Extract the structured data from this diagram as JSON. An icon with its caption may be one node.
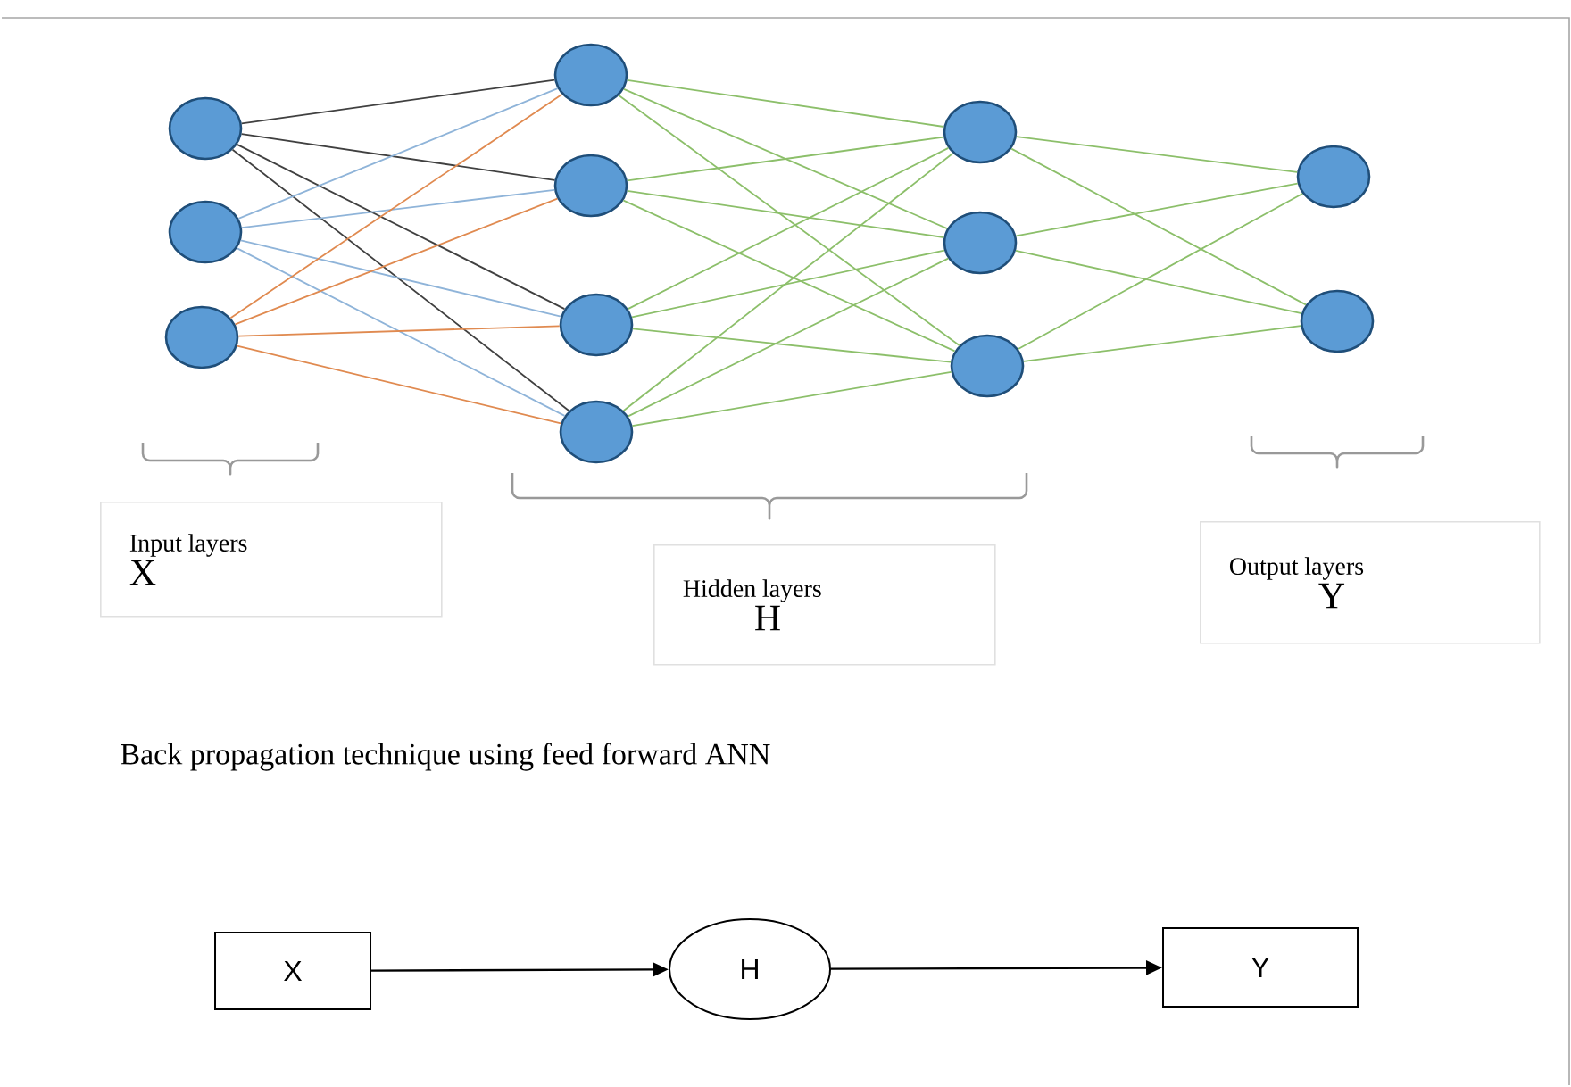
{
  "diagram": {
    "nodes": [
      {
        "text": [],
        "shape": "circle"
      },
      {
        "text": [],
        "shape": "circle"
      },
      {
        "text": [],
        "shape": "circle"
      },
      {
        "text": [],
        "shape": "circle"
      },
      {
        "text": [],
        "shape": "circle"
      },
      {
        "text": [],
        "shape": "circle"
      },
      {
        "text": [],
        "shape": "circle"
      },
      {
        "text": [],
        "shape": "circle"
      },
      {
        "text": [],
        "shape": "circle"
      },
      {
        "text": [],
        "shape": "circle"
      },
      {
        "text": [],
        "shape": "circle"
      },
      {
        "text": [],
        "shape": "circle"
      },
      {
        "text": [
          "Input layers",
          "X"
        ]
      },
      {
        "text": [
          "Hidden layers",
          "H"
        ]
      },
      {
        "text": [
          "Output layers",
          "Y"
        ]
      },
      {
        "text": [
          "X"
        ]
      },
      {
        "text": [
          "H"
        ]
      },
      {
        "text": [
          "Y"
        ]
      }
    ],
    "edges": [
      {
        "from": 0,
        "to": 3,
        "arrow": "none",
        "color": "#404040"
      },
      {
        "from": 0,
        "to": 4,
        "arrow": "none",
        "color": "#404040"
      },
      {
        "from": 0,
        "to": 5,
        "arrow": "none",
        "color": "#404040"
      },
      {
        "from": 0,
        "to": 6,
        "arrow": "none",
        "color": "#404040"
      },
      {
        "from": 1,
        "to": 3,
        "arrow": "none",
        "color": "#8fb4d9"
      },
      {
        "from": 1,
        "to": 4,
        "arrow": "none",
        "color": "#8fb4d9"
      },
      {
        "from": 1,
        "to": 5,
        "arrow": "none",
        "color": "#8fb4d9"
      },
      {
        "from": 1,
        "to": 6,
        "arrow": "none",
        "color": "#8fb4d9"
      },
      {
        "from": 2,
        "to": 3,
        "arrow": "none",
        "color": "#e08a50"
      },
      {
        "from": 2,
        "to": 4,
        "arrow": "none",
        "color": "#e08a50"
      },
      {
        "from": 2,
        "to": 5,
        "arrow": "none",
        "color": "#e08a50"
      },
      {
        "from": 2,
        "to": 6,
        "arrow": "none",
        "color": "#e08a50"
      },
      {
        "from": 3,
        "to": 7,
        "arrow": "none"
      },
      {
        "from": 3,
        "to": 8,
        "arrow": "none"
      },
      {
        "from": 3,
        "to": 9,
        "arrow": "none"
      },
      {
        "from": 4,
        "to": 7,
        "arrow": "none"
      },
      {
        "from": 4,
        "to": 8,
        "arrow": "none"
      },
      {
        "from": 4,
        "to": 9,
        "arrow": "none"
      },
      {
        "from": 5,
        "to": 7,
        "arrow": "none"
      },
      {
        "from": 5,
        "to": 8,
        "arrow": "none"
      },
      {
        "from": 5,
        "to": 9,
        "arrow": "none"
      },
      {
        "from": 6,
        "to": 7,
        "arrow": "none"
      },
      {
        "from": 6,
        "to": 8,
        "arrow": "none"
      },
      {
        "from": 6,
        "to": 9,
        "arrow": "none"
      },
      {
        "from": 7,
        "to": 10,
        "arrow": "none"
      },
      {
        "from": 7,
        "to": 11,
        "arrow": "none"
      },
      {
        "from": 8,
        "to": 10,
        "arrow": "none"
      },
      {
        "from": 8,
        "to": 11,
        "arrow": "none"
      },
      {
        "from": 9,
        "to": 10,
        "arrow": "none"
      },
      {
        "from": 9,
        "to": 11,
        "arrow": "none"
      },
      {
        "from": 15,
        "to": 16,
        "arrow": "to",
        "color": "#000000"
      },
      {
        "from": 16,
        "to": 17,
        "arrow": "to",
        "color": "#000000"
      }
    ],
    "labels": [
      "Back propagation technique using feed forward ANN"
    ]
  }
}
